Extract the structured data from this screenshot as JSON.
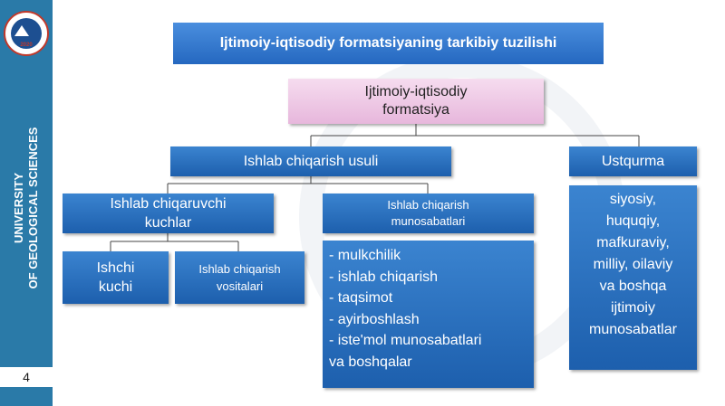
{
  "sidebar": {
    "lines": [
      "UNIVERSITY",
      "OF GEOLOGICAL SCIENCES"
    ],
    "page_number": "4",
    "color": "#2a7aa8"
  },
  "logo": {
    "year": "2020",
    "icon": "university-seal-icon"
  },
  "title": "Ijtimoiy-iqtisodiy formatsiyaning tarkibiy tuzilishi",
  "nodes": {
    "root": [
      "Ijtimoiy-iqtisodiy",
      "formatsiya"
    ],
    "production_method": "Ishlab chiqarish usuli",
    "superstructure": "Ustqurma",
    "productive_forces": [
      "Ishlab chiqaruvchi",
      "kuchlar"
    ],
    "production_relations": [
      "Ishlab chiqarish",
      "munosabatlari"
    ],
    "workforce": [
      "Ishchi",
      "kuchi"
    ],
    "means_of_production": [
      "Ishlab chiqarish",
      "vositalari"
    ]
  },
  "relations_list": [
    "- mulkchilik",
    "- ishlab chiqarish",
    "- taqsimot",
    "- ayirboshlash",
    "- iste'mol munosabatlari",
    "va boshqalar"
  ],
  "superstructure_list": [
    "siyosiy,",
    "huquqiy,",
    "mafkuraviy,",
    "milliy, oilaviy",
    "va boshqa",
    "ijtimoiy",
    "munosabatlar"
  ],
  "colors": {
    "box_blue": "#2a6cc0",
    "root_pink": "#ecc3e3",
    "header_blue": "#3a7fd4"
  }
}
